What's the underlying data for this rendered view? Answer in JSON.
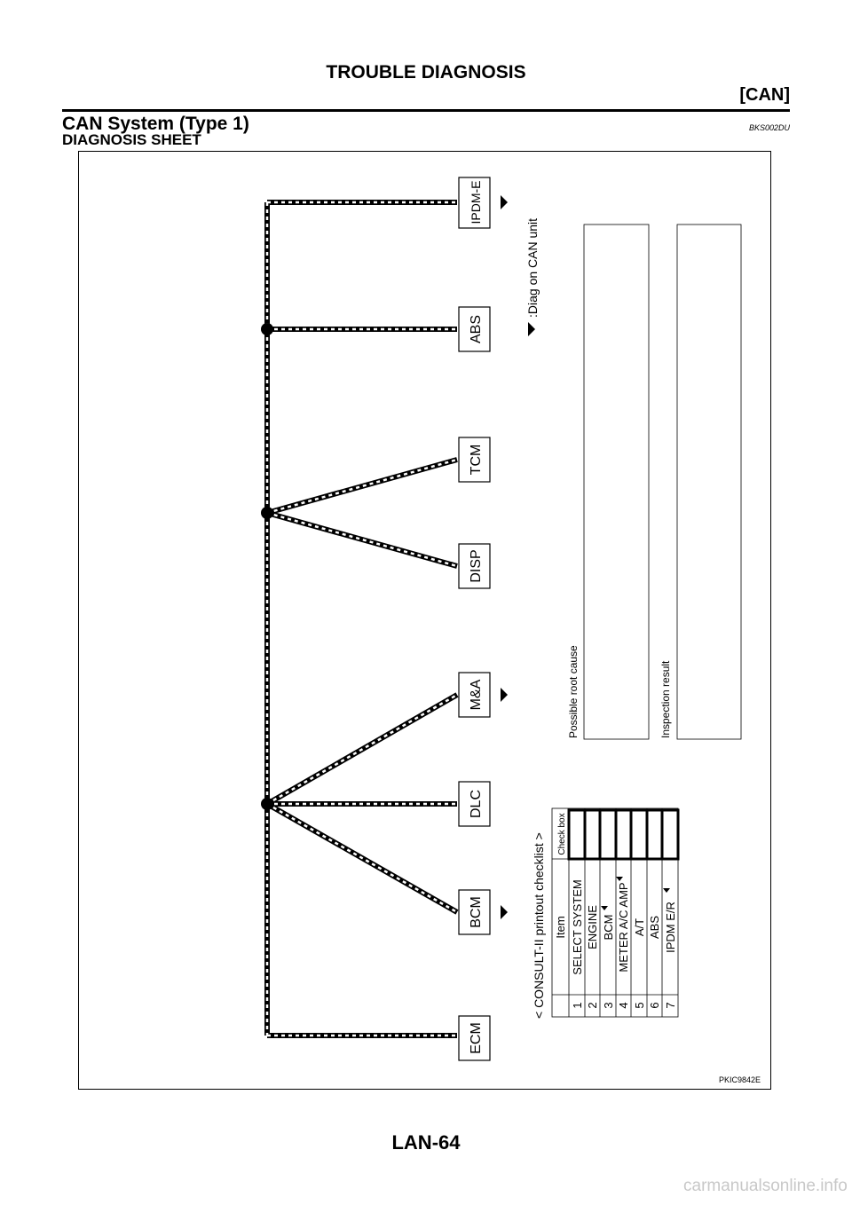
{
  "header": {
    "title": "TROUBLE DIAGNOSIS",
    "section_tag": "[CAN]",
    "section_title": "CAN System (Type 1)",
    "section_code": "BKS002DU",
    "subtitle": "DIAGNOSIS SHEET"
  },
  "diagram": {
    "units": [
      "ECM",
      "BCM",
      "DLC",
      "M&A",
      "DISP",
      "TCM",
      "ABS",
      "IPDM-E"
    ],
    "legend": ":Diag on CAN unit",
    "checklist": {
      "title": "< CONSULT-II printout checklist >",
      "item_header": "Item",
      "check_header": "Check box",
      "items": [
        {
          "no": "1",
          "label": "SELECT SYSTEM",
          "diag": false
        },
        {
          "no": "2",
          "label": "ENGINE",
          "diag": false
        },
        {
          "no": "3",
          "label": "BCM",
          "diag": true
        },
        {
          "no": "4",
          "label": "METER A/C AMP",
          "diag": true
        },
        {
          "no": "5",
          "label": "A/T",
          "diag": false
        },
        {
          "no": "6",
          "label": "ABS",
          "diag": false
        },
        {
          "no": "7",
          "label": "IPDM E/R",
          "diag": true
        }
      ]
    },
    "boxes": {
      "root_cause": "Possible root cause",
      "inspection": "Inspection result"
    },
    "figure_code": "PKIC9842E"
  },
  "footer": {
    "page_number": "LAN-64",
    "watermark": "carmanualsonline.info"
  }
}
